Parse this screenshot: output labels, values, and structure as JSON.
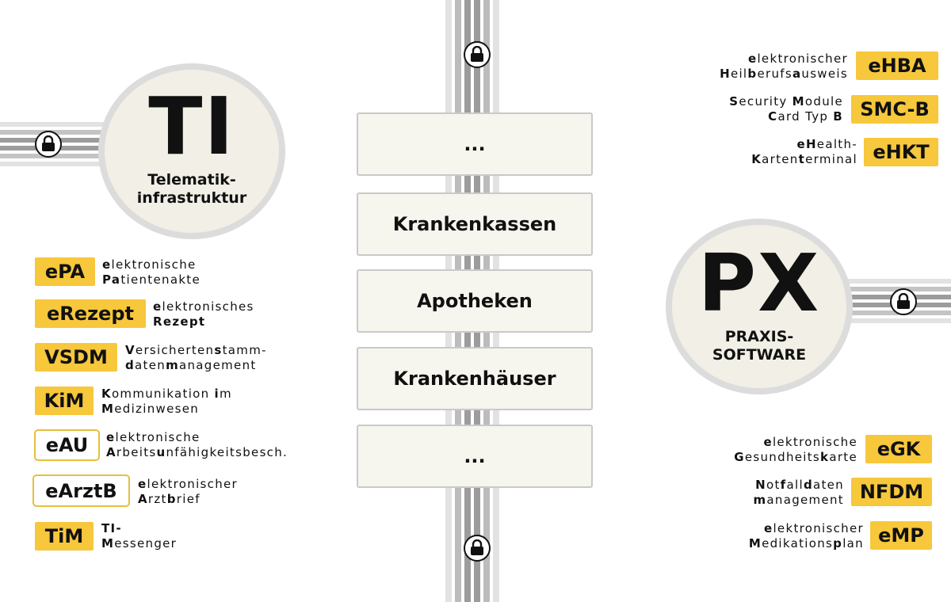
{
  "ti": {
    "letters": "TI",
    "sub_line1": "Telematik-",
    "sub_line2": "infrastruktur"
  },
  "px": {
    "letters": "PX",
    "sub_line1": "PRAXIS-",
    "sub_line2": "SOFTWARE"
  },
  "center_boxes": [
    "...",
    "Krankenkassen",
    "Apotheken",
    "Krankenhäuser",
    "..."
  ],
  "left_items": [
    {
      "badge": "ePA",
      "line1": [
        [
          "e",
          "b"
        ],
        [
          "lektronische",
          ""
        ]
      ],
      "line2": [
        [
          "Pa",
          "b"
        ],
        [
          "tientenakte",
          ""
        ]
      ]
    },
    {
      "badge": "eRezept",
      "line1": [
        [
          "e",
          "b"
        ],
        [
          "lektronisches",
          ""
        ]
      ],
      "line2": [
        [
          "Rezept",
          "b"
        ]
      ]
    },
    {
      "badge": "VSDM",
      "line1": [
        [
          "V",
          "b"
        ],
        [
          "ersicherten",
          ""
        ],
        [
          "s",
          "b"
        ],
        [
          "tamm-",
          ""
        ]
      ],
      "line2": [
        [
          "d",
          "b"
        ],
        [
          "aten",
          ""
        ],
        [
          "m",
          "b"
        ],
        [
          "anagement",
          ""
        ]
      ]
    },
    {
      "badge": "KiM",
      "line1": [
        [
          "K",
          "b"
        ],
        [
          "ommunikation ",
          ""
        ],
        [
          "i",
          "b"
        ],
        [
          "m",
          ""
        ]
      ],
      "line2": [
        [
          "M",
          "b"
        ],
        [
          "edizinwesen",
          ""
        ]
      ]
    },
    {
      "badge": "eAU",
      "line1": [
        [
          "e",
          "b"
        ],
        [
          "lektronische",
          ""
        ]
      ],
      "line2": [
        [
          "A",
          "b"
        ],
        [
          "rbeits",
          ""
        ],
        [
          "u",
          "b"
        ],
        [
          "nfähigkeitsbesch.",
          ""
        ]
      ]
    },
    {
      "badge": "eArztB",
      "line1": [
        [
          "e",
          "b"
        ],
        [
          "lektronischer",
          ""
        ]
      ],
      "line2": [
        [
          "A",
          "b"
        ],
        [
          "rzt",
          ""
        ],
        [
          "b",
          "b"
        ],
        [
          "rief",
          ""
        ]
      ]
    },
    {
      "badge": "TiM",
      "line1": [
        [
          "TI-",
          "b"
        ]
      ],
      "line2": [
        [
          "M",
          "b"
        ],
        [
          "essenger",
          ""
        ]
      ]
    }
  ],
  "right_top_items": [
    {
      "badge": "eHBA",
      "line1": [
        [
          "e",
          "b"
        ],
        [
          "lektronischer",
          ""
        ]
      ],
      "line2": [
        [
          "H",
          "b"
        ],
        [
          "eil",
          ""
        ],
        [
          "b",
          "b"
        ],
        [
          "erufs",
          ""
        ],
        [
          "a",
          "b"
        ],
        [
          "usweis",
          ""
        ]
      ]
    },
    {
      "badge": "SMC-B",
      "line1": [
        [
          "S",
          "b"
        ],
        [
          "ecurity ",
          ""
        ],
        [
          "M",
          "b"
        ],
        [
          "odule",
          ""
        ]
      ],
      "line2": [
        [
          "C",
          "b"
        ],
        [
          "ard Typ ",
          ""
        ],
        [
          "B",
          "b"
        ]
      ]
    },
    {
      "badge": "eHKT",
      "line1": [
        [
          "eH",
          "b"
        ],
        [
          "ealth-",
          ""
        ]
      ],
      "line2": [
        [
          "K",
          "b"
        ],
        [
          "arten",
          ""
        ],
        [
          "t",
          "b"
        ],
        [
          "erminal",
          ""
        ]
      ]
    }
  ],
  "right_bottom_items": [
    {
      "badge": "eGK",
      "line1": [
        [
          "e",
          "b"
        ],
        [
          "lektronische",
          ""
        ]
      ],
      "line2": [
        [
          "G",
          "b"
        ],
        [
          "esundheits",
          ""
        ],
        [
          "k",
          "b"
        ],
        [
          "arte",
          ""
        ]
      ]
    },
    {
      "badge": "NFDM",
      "line1": [
        [
          "N",
          "b"
        ],
        [
          "ot",
          ""
        ],
        [
          "f",
          "b"
        ],
        [
          "all",
          ""
        ],
        [
          "d",
          "b"
        ],
        [
          "aten",
          ""
        ]
      ],
      "line2": [
        [
          "m",
          "b"
        ],
        [
          "anagement",
          ""
        ]
      ]
    },
    {
      "badge": "eMP",
      "line1": [
        [
          "e",
          "b"
        ],
        [
          "lektronischer",
          ""
        ]
      ],
      "line2": [
        [
          "M",
          "b"
        ],
        [
          "edikations",
          ""
        ],
        [
          "p",
          "b"
        ],
        [
          "lan",
          ""
        ]
      ]
    }
  ],
  "colors": {
    "badge": "#f7c73c",
    "circle_fill": "#f1efe6",
    "circle_ring": "#dcdcdc",
    "box_fill": "#f6f5ee"
  },
  "icons": [
    "lock-icon"
  ]
}
